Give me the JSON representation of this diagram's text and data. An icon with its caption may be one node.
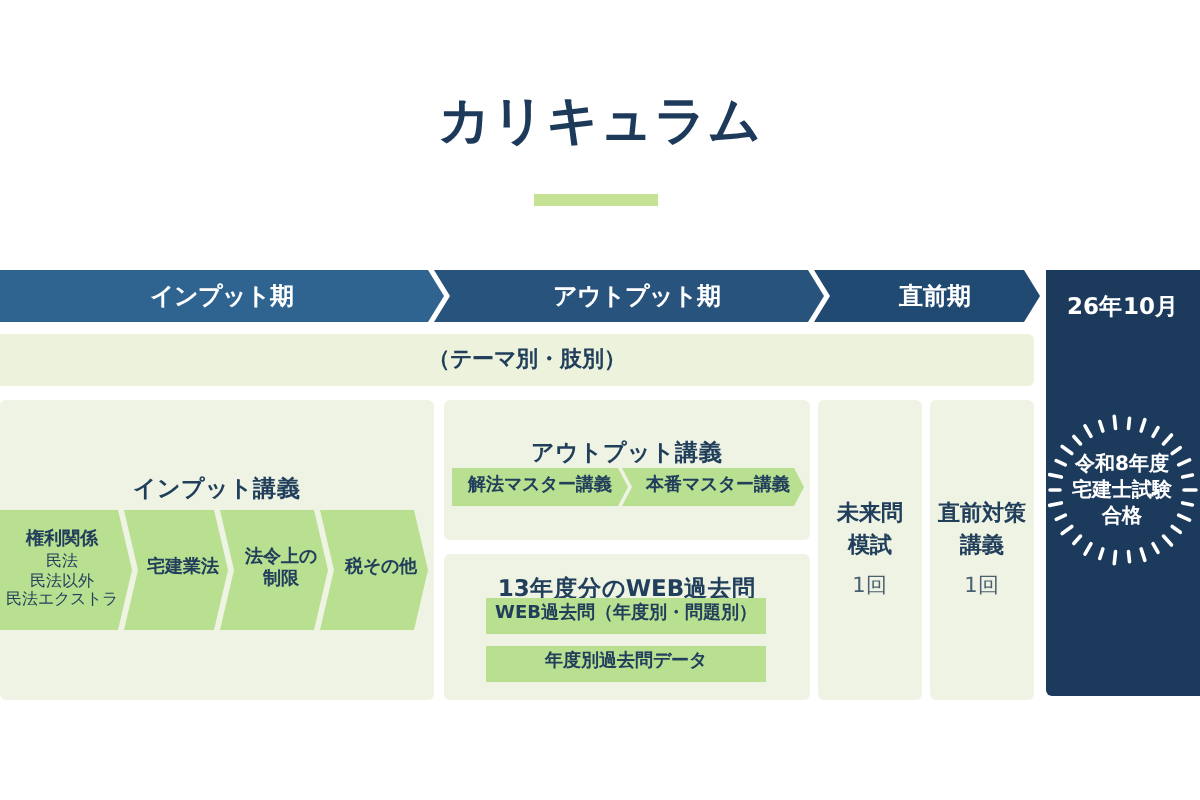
{
  "diagram": {
    "title": "カリキュラム",
    "nodes": [
      {
        "text": [
          "インプット期"
        ]
      },
      {
        "text": [
          "アウトプット期"
        ]
      },
      {
        "text": [
          "直前期"
        ]
      },
      {
        "text": [
          "26年10月"
        ]
      },
      {
        "text": [
          "令和8年度宅建士試験合格"
        ],
        "in": 3
      },
      {
        "text": [
          "（テーマ別・肢別）"
        ]
      },
      {
        "text": [
          "インプット講義"
        ]
      },
      {
        "text": [
          "権利関係",
          "民法",
          "民法以外",
          "民法エクストラ"
        ],
        "in": 6
      },
      {
        "text": [
          "宅建業法"
        ],
        "in": 6
      },
      {
        "text": [
          "法令上の制限"
        ],
        "in": 6
      },
      {
        "text": [
          "税その他"
        ],
        "in": 6
      },
      {
        "text": [
          "アウトプット講義"
        ]
      },
      {
        "text": [
          "解法マスター講義"
        ],
        "in": 11
      },
      {
        "text": [
          "本番マスター講義"
        ],
        "in": 11
      },
      {
        "text": [
          "13年度分のWEB過去問"
        ]
      },
      {
        "text": [
          "WEB過去問（年度別・問題別）"
        ],
        "in": 14
      },
      {
        "text": [
          "年度別過去問データ"
        ],
        "in": 14
      },
      {
        "text": [
          "未来問模試",
          "1回"
        ]
      },
      {
        "text": [
          "直前対策講義",
          "1回"
        ]
      }
    ]
  }
}
